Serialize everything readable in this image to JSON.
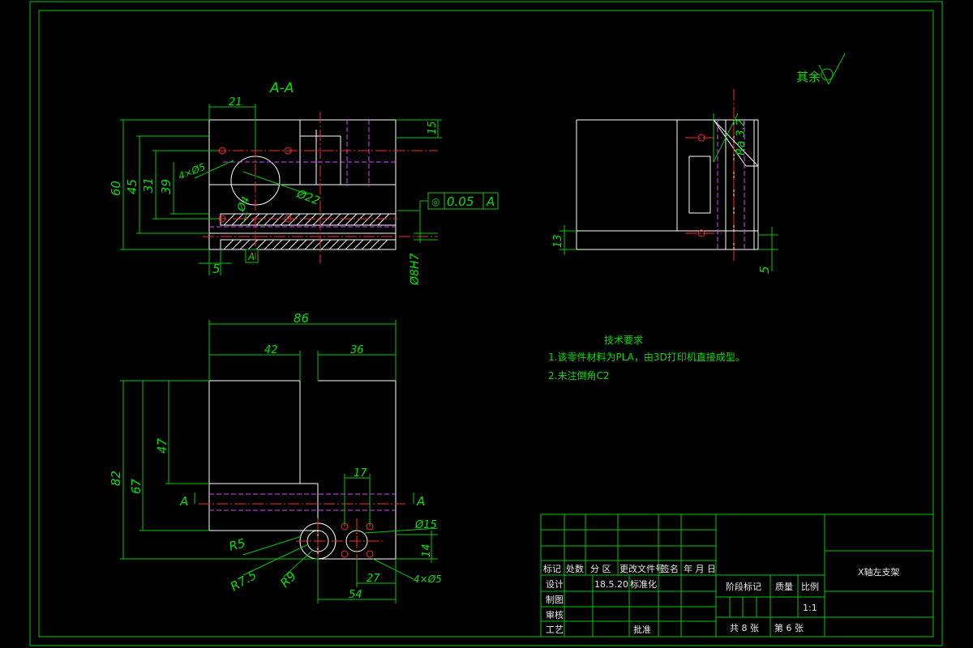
{
  "section_label": "A-A",
  "surface_note": "其余",
  "roughness": "Ra 3.2",
  "tolerance": {
    "symbol": "◎",
    "value": "0.05",
    "datum": "A"
  },
  "datum_letter": "A",
  "dims_section": {
    "d21": "21",
    "d15": "15",
    "d60": "60",
    "d45": "45",
    "d31": "31",
    "d39": "39",
    "d4x5": "4×Ø5",
    "d22": "Ø22",
    "d4": "Ø4",
    "d5": "5",
    "d8h7": "Ø8H7"
  },
  "dims_side": {
    "d13": "13",
    "d5": "5"
  },
  "dims_plan": {
    "d86": "86",
    "d42": "42",
    "d36": "36",
    "d47": "47",
    "d82": "82",
    "d67": "67",
    "d17": "17",
    "d15": "Ø15",
    "d14": "14",
    "r5": "R5",
    "r75": "R7.5",
    "r9": "R9",
    "d27": "27",
    "d4x5": "4×Ø5",
    "d54": "54",
    "cut_left": "A",
    "cut_right": "A"
  },
  "tech_req": {
    "title": "技术要求",
    "line1": "1.该零件材料为PLA，由3D打印机直接成型。",
    "line2": "2.未注倒角C2"
  },
  "title_block": {
    "part_name": "X轴左支架",
    "h_biaoji": "标记",
    "h_chushu": "处数",
    "h_fenqu": "分 区",
    "h_gengai": "更改文件号",
    "h_qianming": "签名",
    "h_date": "年 月 日",
    "sheji": "设计",
    "sheji_date": "18.5.20",
    "biaozhunhua": "标准化",
    "zhitu": "制图",
    "shenhe": "审核",
    "gongyi": "工艺",
    "pizhun": "批准",
    "jieduan": "阶段标记",
    "zhiliang": "质量",
    "bili": "比例",
    "bili_val": "1:1",
    "gong": "共 8 张",
    "di": "第 6 张"
  }
}
